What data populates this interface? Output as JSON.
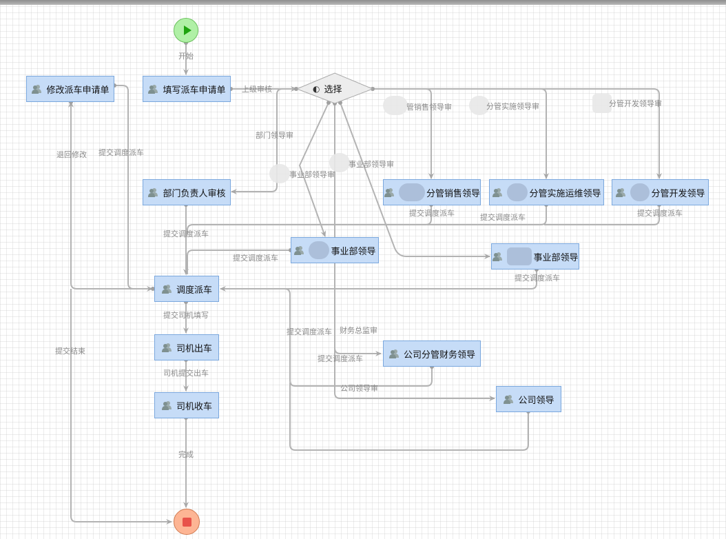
{
  "diagram": {
    "start": {
      "name": "start-event"
    },
    "end": {
      "name": "end-event"
    },
    "gateway": {
      "label": "选择",
      "icon": "eye-icon"
    },
    "nodes": {
      "modify_request": "修改派车申请单",
      "fill_request": "填写派车申请单",
      "dept_head_review": "部门负责人审核",
      "sales_leader": "分管销售领导",
      "ops_leader": "分管实施运维领导",
      "dev_leader": "分管开发领导",
      "bu_leader_a": "事业部领导",
      "bu_leader_b": "事业部领导",
      "dispatch": "调度派车",
      "driver_out": "司机出车",
      "driver_return": "司机收车",
      "finance_leader": "公司分管财务领导",
      "company_leader": "公司领导"
    },
    "edge_labels": {
      "start": "开始",
      "superior_review": "上级审核",
      "dept_leader_review": "部门领导审",
      "bu_review_a": "事业部领导审",
      "bu_review_b": "事业部领导审",
      "sales_review": "管销售领导审",
      "ops_review": "分管实施领导审",
      "dev_review": "分管开发领导审",
      "return_modify": "退回修改",
      "submit_dispatch_modify": "提交调度派车",
      "submit_dispatch_dept": "提交调度派车",
      "submit_dispatch_bu_a": "提交调度派车",
      "submit_dispatch_sales": "提交调度派车",
      "submit_dispatch_ops": "提交调度派车",
      "submit_dispatch_dev": "提交调度派车",
      "submit_dispatch_bu_b": "提交调度派车",
      "submit_driver_fill": "提交司机填写",
      "driver_submit_out": "司机提交出车",
      "submit_end": "提交结束",
      "complete": "完成",
      "finance_review": "财务总监审",
      "submit_dispatch_finance": "提交调度派车",
      "submit_dispatch_company": "提交调度派车",
      "company_review": "公司领导审"
    },
    "colors": {
      "node_fill": "#c6dcf7",
      "node_border": "#7aa7dd",
      "edge": "#b3b3b3",
      "start_fill": "#b0f0a6",
      "end_fill": "#fdb594"
    }
  }
}
